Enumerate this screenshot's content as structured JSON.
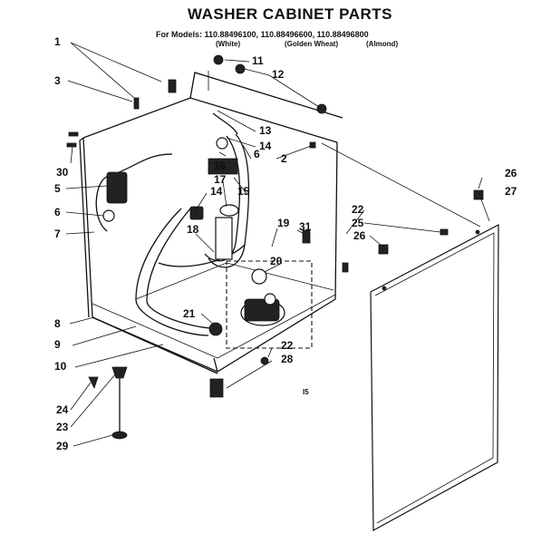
{
  "header": {
    "title": "WASHER CABINET PARTS",
    "models_line": "For Models: 110.88496100, 110.88496600, 110.88496800",
    "finish_white": "(White)",
    "finish_golden": "(Golden Wheat)",
    "finish_almond": "(Almond)"
  },
  "callouts": [
    "1",
    "3",
    "11",
    "12",
    "13",
    "14",
    "2",
    "6",
    "16",
    "15",
    "17",
    "14",
    "18",
    "19",
    "20",
    "21",
    "5",
    "6",
    "7",
    "30",
    "8",
    "9",
    "10",
    "24",
    "23",
    "29",
    "31",
    "22",
    "25",
    "26",
    "26",
    "27",
    "22",
    "28",
    "2"
  ],
  "panel_mark": "I5"
}
